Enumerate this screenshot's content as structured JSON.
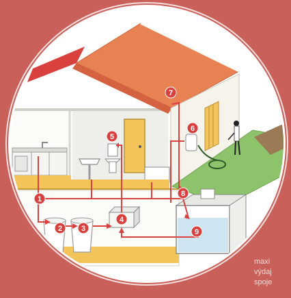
{
  "colors": {
    "background": "#c9615a",
    "pipe": "#d9413f",
    "badge": "#d9413f",
    "roof": "#e88253",
    "floor": "#f2c45a",
    "grass": "#8cc36b",
    "wall": "#fbfbf7",
    "water": "#cfe4f1"
  },
  "diagram": {
    "markers": [
      {
        "id": 1,
        "label": "1"
      },
      {
        "id": 2,
        "label": "2"
      },
      {
        "id": 3,
        "label": "3"
      },
      {
        "id": 4,
        "label": "4"
      },
      {
        "id": 5,
        "label": "5"
      },
      {
        "id": 6,
        "label": "6"
      },
      {
        "id": 7,
        "label": "7"
      },
      {
        "id": 8,
        "label": "8"
      },
      {
        "id": 9,
        "label": "9"
      }
    ]
  },
  "caption": {
    "line1": "maxi",
    "line2": "výdaj",
    "line3": "spoje"
  }
}
